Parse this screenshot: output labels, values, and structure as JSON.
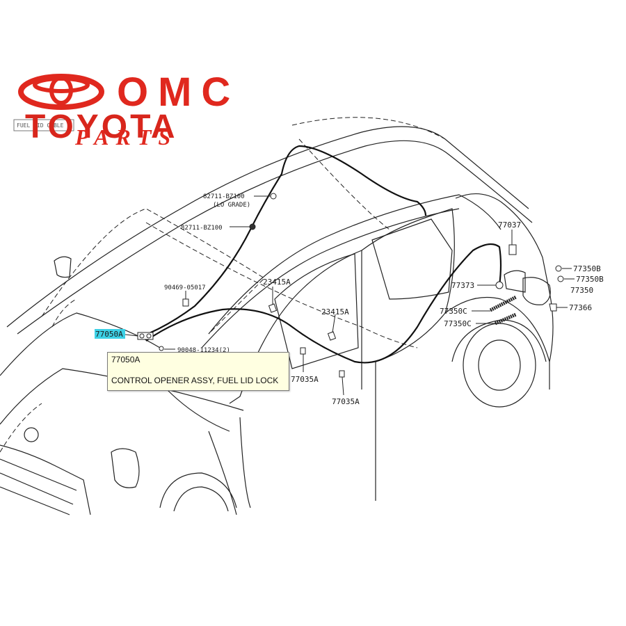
{
  "logo": {
    "brand_line1": "OMC",
    "brand_line2": "TOYOTA",
    "brand_line3": "PARTS",
    "brand_color": "#e0281e"
  },
  "diagram_stamp": "FUEL LID CABLE",
  "parts": {
    "p82711_a": "82711-BZ100",
    "p82711_a_note": "(LO GRADE)",
    "p82711_b": "82711-BZ100",
    "p90469": "90469-05017",
    "p23415_a": "23415A",
    "p23415_b": "23415A",
    "p77050A": "77050A",
    "p90048": "90048-11234(2)",
    "p77035A_a": "77035A",
    "p77035A_b": "77035A",
    "p77037": "77037",
    "p77373": "77373",
    "p77350C_a": "77350C",
    "p77350C_b": "77350C",
    "p77350B_a": "77350B",
    "p77350B_b": "77350B",
    "p77350": "77350",
    "p77366": "77366"
  },
  "highlight_color": "#3dd1e6",
  "tooltip": {
    "code": "77050A",
    "description": "CONTROL OPENER ASSY, FUEL LID LOCK"
  }
}
